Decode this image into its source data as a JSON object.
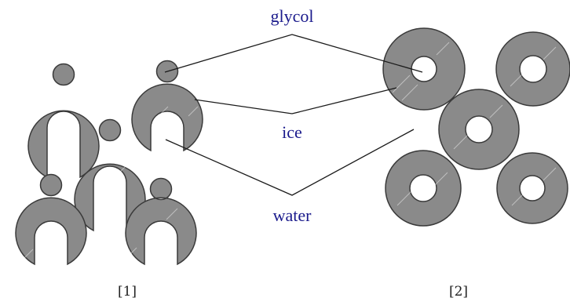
{
  "labels": {
    "glycol": "glycol",
    "ice": "ice",
    "water": "water"
  },
  "panels": {
    "left": "[1]",
    "right": "[2]"
  },
  "colors": {
    "label_text": "#1a1a8c",
    "shape_fill": "#8a8a8a",
    "background": "#ffffff"
  }
}
